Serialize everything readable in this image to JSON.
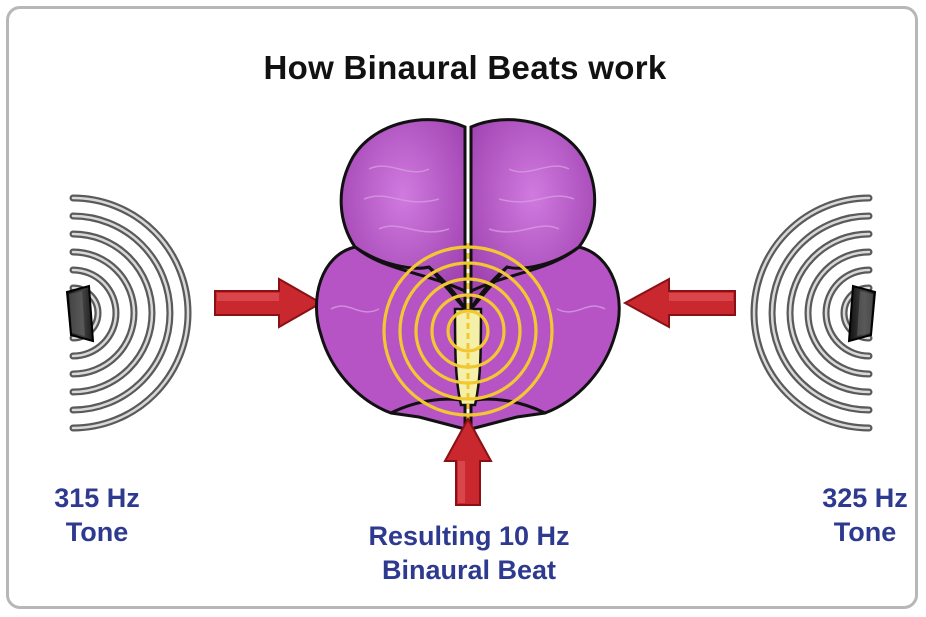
{
  "title": "How Binaural Beats work",
  "left_tone": {
    "freq": "315 Hz",
    "word": "Tone"
  },
  "right_tone": {
    "freq": "325 Hz",
    "word": "Tone"
  },
  "beat": {
    "line1": "Resulting 10 Hz",
    "line2": "Binaural Beat"
  },
  "colors": {
    "label_text": "#2e3a8f",
    "brain": "#b04fc0",
    "brain_dark": "#8e2f9e",
    "rings": "#f2c832",
    "arrows": "#c8282e",
    "waves": "#6a6a6a"
  },
  "icons": [
    "left-speaker-icon",
    "right-speaker-icon",
    "brain-illustration"
  ]
}
